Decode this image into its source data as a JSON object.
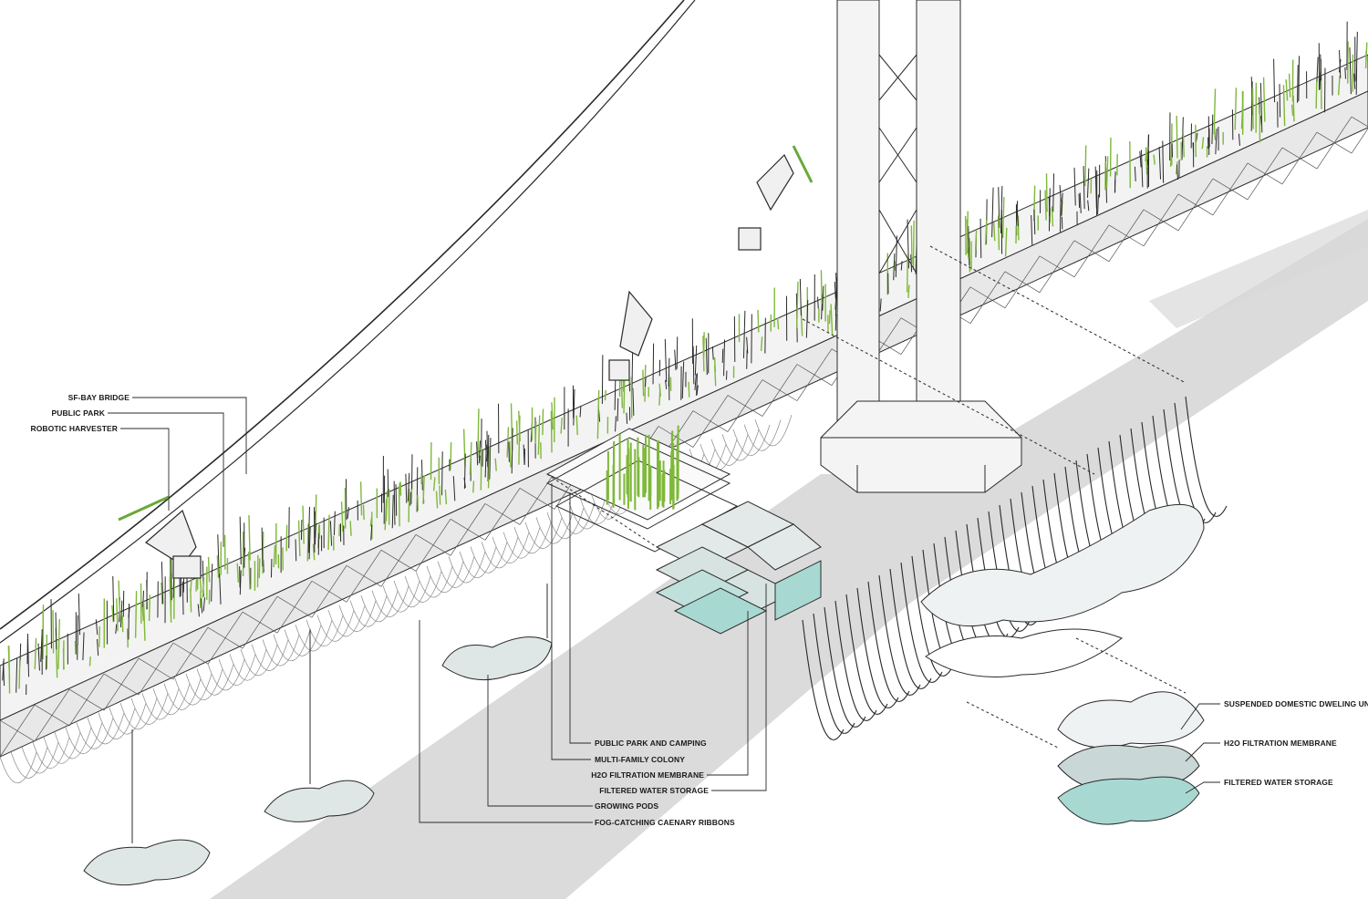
{
  "labels": {
    "sf_bay_bridge": "SF-BAY BRIDGE",
    "public_park": "PUBLIC PARK",
    "robotic_harvester": "ROBOTIC HARVESTER",
    "public_park_camping": "PUBLIC PARK AND CAMPING",
    "multi_family_colony": "MULTI-FAMILY COLONY",
    "h2o_membrane_center": "H2O FILTRATION MEMBRANE",
    "filtered_storage_center": "FILTERED WATER STORAGE",
    "growing_pods": "GROWING PODS",
    "fog_ribbons": "FOG-CATCHING CAENARY RIBBONS",
    "suspended_units": "SUSPENDED DOMESTIC DWELING UNITS",
    "h2o_membrane_right": "H2O FILTRATION MEMBRANE",
    "filtered_storage_right": "FILTERED WATER STORAGE"
  },
  "colors": {
    "line": "#2a2a2a",
    "shadow": "#c9c9c9",
    "grass": "#7fb83a",
    "pod": "#b9d3d0",
    "water": "#a8d8d2",
    "deck": "#f2f2f2"
  }
}
